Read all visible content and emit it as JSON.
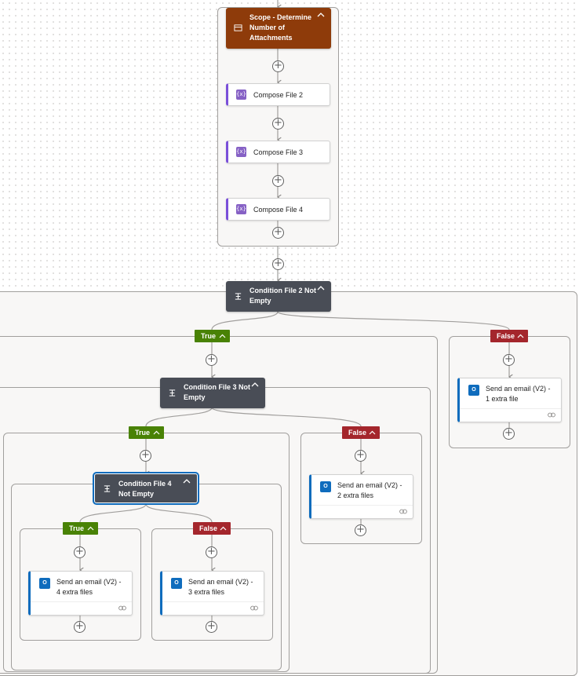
{
  "scope": {
    "title": "Scope - Determine Number of Attachments",
    "actions": [
      "Compose File 2",
      "Compose File 3",
      "Compose File 4"
    ]
  },
  "conditions": {
    "file2": "Condition File 2 Not Empty",
    "file3": "Condition File 3 Not Empty",
    "file4": "Condition File 4 Not Empty"
  },
  "branches": {
    "true_label": "True",
    "false_label": "False"
  },
  "emails": {
    "one": "Send an email (V2) - 1 extra file",
    "two": "Send an email (V2) - 2 extra files",
    "three": "Send an email (V2) - 3 extra files",
    "four": "Send an email (V2) - 4 extra files"
  },
  "icons": {
    "add": "+",
    "compose": "{x}",
    "outlook": "O"
  },
  "colors": {
    "scope": "#8e3b0a",
    "condition": "#494d56",
    "true": "#498205",
    "false": "#a4262c",
    "compose": "#8661c5",
    "outlook": "#0f6cbd"
  }
}
